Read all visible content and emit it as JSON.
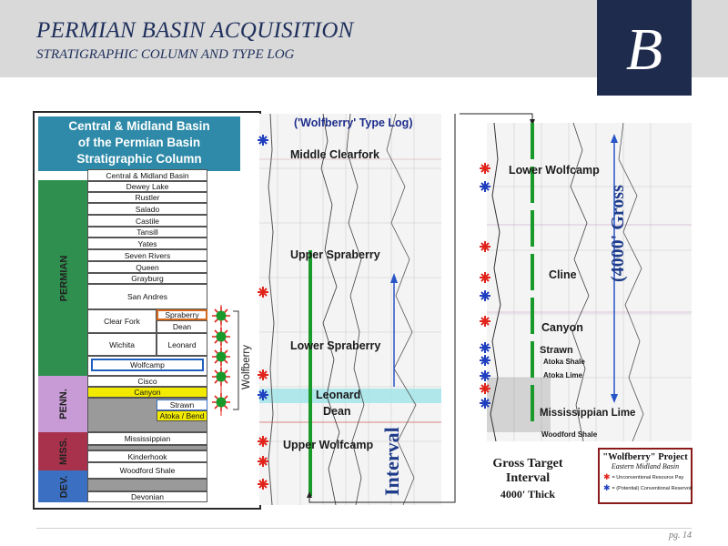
{
  "header": {
    "title": "PERMIAN BASIN ACQUISITION",
    "subtitle": "STRATIGRAPHIC COLUMN AND TYPE LOG",
    "logo_letter": "B"
  },
  "strat_column": {
    "heading_lines": [
      "Central & Midland Basin",
      "of the Permian Basin",
      "Stratigraphic Column"
    ],
    "basin_label": "Central & Midland Basin",
    "eras": [
      "PERMIAN",
      "PENN.",
      "MISS.",
      "DEV."
    ],
    "permian_units": [
      "Dewey Lake",
      "Rustler",
      "Salado",
      "Castile",
      "Tansill",
      "Yates",
      "Seven Rivers",
      "Queen",
      "Grayburg",
      "San Andres"
    ],
    "clear_fork": "Clear Fork",
    "spraberry": "Spraberry",
    "dean": "Dean",
    "wichita": "Wichita",
    "leonard": "Leonard",
    "wolfcamp": "Wolfcamp",
    "cisco": "Cisco",
    "canyon": "Canyon",
    "strawn": "Strawn",
    "atoka_bend": "Atoka / Bend",
    "mississippian": "Mississippian",
    "kinderhook": "Kinderhook",
    "woodford": "Woodford Shale",
    "devonian": "Devonian",
    "wolfberry_label": "Wolfberry"
  },
  "type_log": {
    "title": "('Wolfberry' Type Log)",
    "left_labels": [
      "Middle Clearfork",
      "Upper Spraberry",
      "Lower Spraberry",
      "Leonard",
      "Dean",
      "Upper Wolfcamp"
    ],
    "interval_label": "Interval",
    "right_labels": [
      "Lower Wolfcamp",
      "Cline",
      "Canyon",
      "Strawn",
      "Atoka Shale",
      "Atoka Lime",
      "Mississippian Lime",
      "Woodford Shale"
    ],
    "gross_label": "(4000' Gross"
  },
  "gross_target": {
    "line1": "Gross Target",
    "line2": "Interval",
    "line3": "4000' Thick"
  },
  "legend": {
    "title": "\"Wolfberry\" Project",
    "subtitle": "Eastern Midland Basin",
    "unconventional": "= Unconventional Resource Pay",
    "conventional": "= (Potential) Conventional Reservoir",
    "red_color": "#e0241b",
    "blue_color": "#1f3fbf"
  },
  "footer": {
    "page": "pg. 14"
  }
}
